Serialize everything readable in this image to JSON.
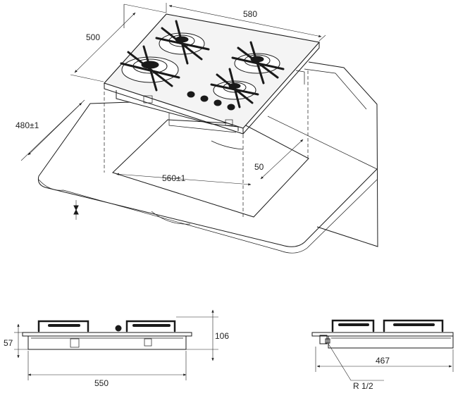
{
  "dimensions": {
    "depth_top": "500",
    "width_top": "580",
    "depth_cutout": "480±1",
    "width_cutout": "560±1",
    "front_clearance": "50",
    "height_total": "106",
    "height_body": "57",
    "width_body": "550",
    "depth_body": "467",
    "gas_connection": "R 1/2"
  }
}
